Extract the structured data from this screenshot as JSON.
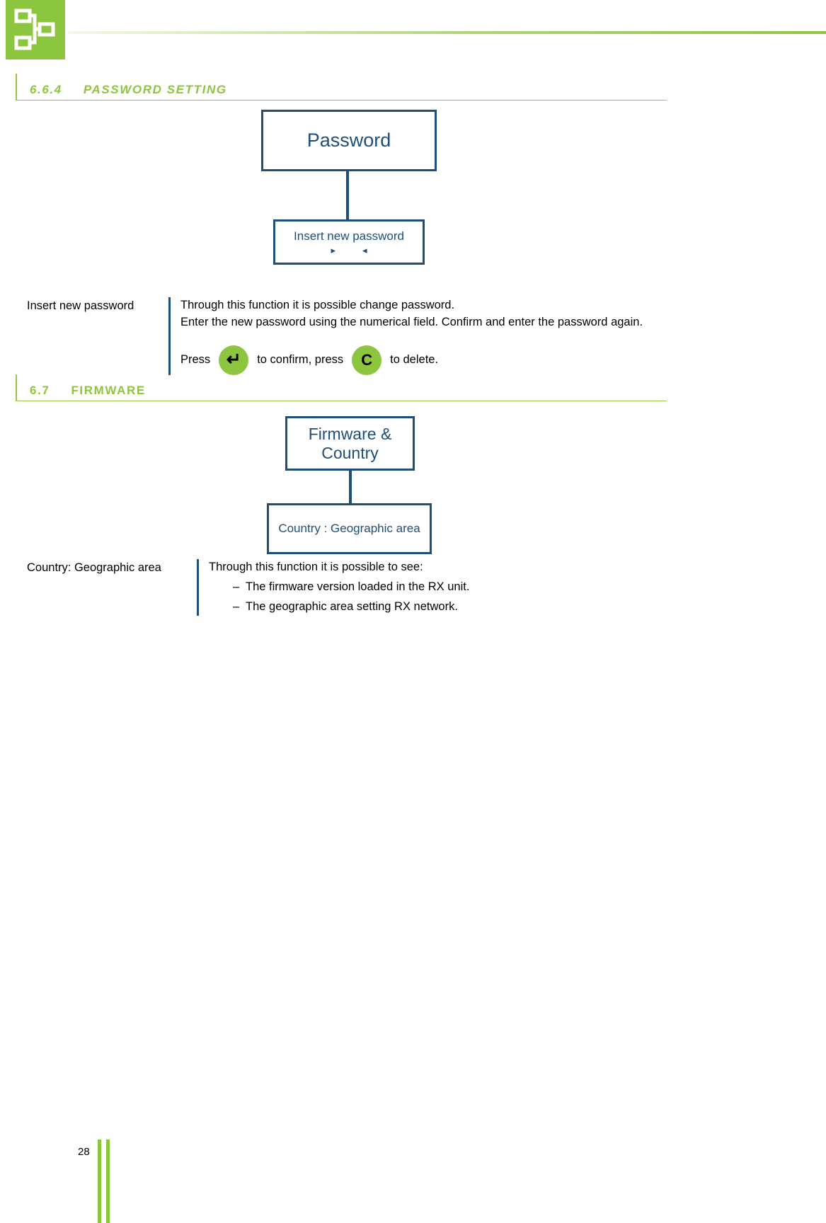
{
  "header": {
    "logo_icon": "network-hierarchy-icon"
  },
  "sections": [
    {
      "number": "6.6.4",
      "title": "PASSWORD SETTING"
    },
    {
      "number": "6.7",
      "title": "FIRMWARE"
    }
  ],
  "password_flow": {
    "root_label": "Password",
    "child_label": "Insert new password",
    "arrow_left_icon": "triangle-right-icon",
    "arrow_right_icon": "triangle-left-icon",
    "arrow_left_glyph": "▸",
    "arrow_right_glyph": "◂"
  },
  "password_desc": {
    "term": "Insert new password",
    "line1": "Through this function it is possible change password.",
    "line2": "Enter the new password using the numerical field. Confirm and enter the password again.",
    "press_prefix": "Press",
    "enter_key_label": "↵",
    "enter_key_icon": "enter-key-icon",
    "press_middle": "to confirm, press",
    "clear_key_label": "C",
    "clear_key_icon": "clear-key-icon",
    "press_suffix": "to delete."
  },
  "firmware_flow": {
    "root_label": "Firmware & Country",
    "root_line1": "Firmware &",
    "root_line2": "Country",
    "child_label": "Country : Geographic area"
  },
  "firmware_desc": {
    "term": "Country: Geographic area",
    "intro": "Through this function it is possible to see:",
    "dash": "–",
    "bullets": [
      "The firmware version loaded in the RX unit.",
      "The geographic area setting RX network."
    ]
  },
  "footer": {
    "page_number": "28"
  },
  "colors": {
    "brand_green": "#8CC63E",
    "heading_green": "#8CC63E",
    "rule_green": "#9BC34A",
    "navy": "#1F4E79",
    "text_black": "#000000"
  }
}
